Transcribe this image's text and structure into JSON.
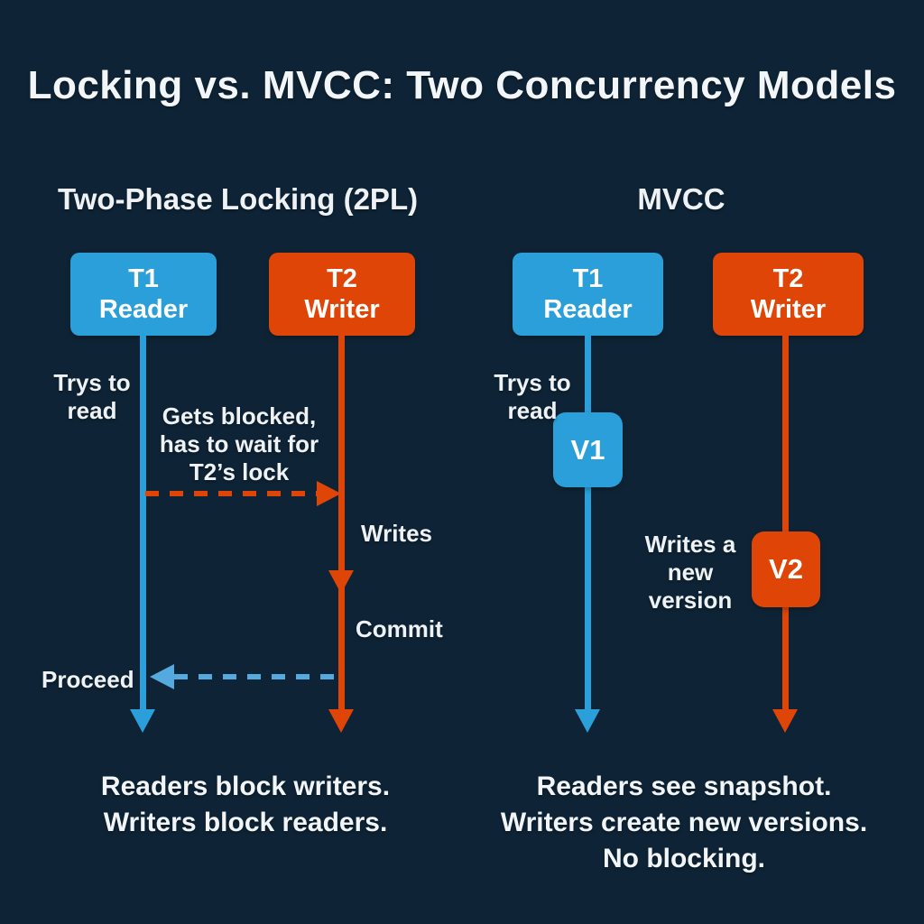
{
  "title": "Locking vs. MVCC: Two Concurrency Models",
  "colors": {
    "background": "#0e2436",
    "reader_blue": "#2a9fd9",
    "writer_orange": "#de4506",
    "dashed_blue": "#54aade",
    "text": "#f2f5f7"
  },
  "icons": {
    "arrow_down": "filled triangle (CSS border shape)",
    "arrow_right": "filled triangle (CSS border shape)",
    "arrow_left": "filled triangle (CSS border shape)"
  },
  "left_panel": {
    "heading": "Two-Phase Locking (2PL)",
    "t1_box": [
      "T1",
      "Reader"
    ],
    "t2_box": [
      "T2",
      "Writer"
    ],
    "labels": {
      "trys_to_read": [
        "Trys to",
        "read"
      ],
      "gets_blocked": [
        "Gets blocked,",
        "has to wait for",
        "T2’s lock"
      ],
      "writes": "Writes",
      "commit": "Commit",
      "proceed": "Proceed"
    },
    "caption_lines": [
      "Readers block writers.",
      "Writers block readers."
    ]
  },
  "right_panel": {
    "heading": "MVCC",
    "t1_box": [
      "T1",
      "Reader"
    ],
    "t2_box": [
      "T2",
      "Writer"
    ],
    "labels": {
      "trys_to_read": [
        "Trys to",
        "read"
      ],
      "v1": "V1",
      "v2": "V2",
      "writes_new_version": [
        "Writes a",
        "new",
        "version"
      ]
    },
    "caption_lines": [
      "Readers see snapshot.",
      "Writers create new versions.",
      "No blocking."
    ]
  }
}
